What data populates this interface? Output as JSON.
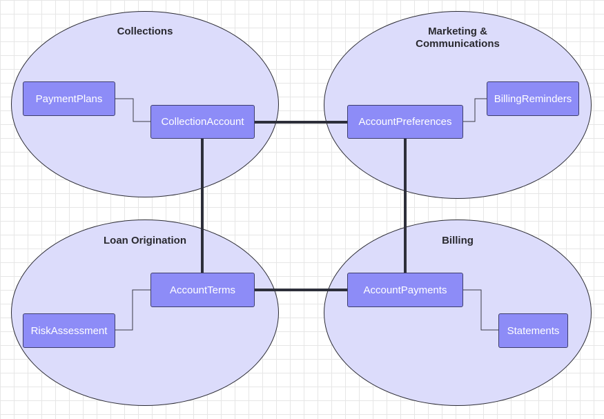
{
  "colors": {
    "region_fill": "#dcdcfb",
    "node_fill": "#8d8cf7",
    "edge_color": "#2d2f3a"
  },
  "regions": {
    "collections": {
      "title": "Collections"
    },
    "marketing": {
      "title": "Marketing & Communications"
    },
    "loan": {
      "title": "Loan Origination"
    },
    "billing": {
      "title": "Billing"
    }
  },
  "nodes": {
    "payment_plans": "PaymentPlans",
    "collection_account": "CollectionAccount",
    "account_preferences": "AccountPreferences",
    "billing_reminders": "BillingReminders",
    "account_terms": "AccountTerms",
    "risk_assessment": "RiskAssessment",
    "account_payments": "AccountPayments",
    "statements": "Statements"
  }
}
